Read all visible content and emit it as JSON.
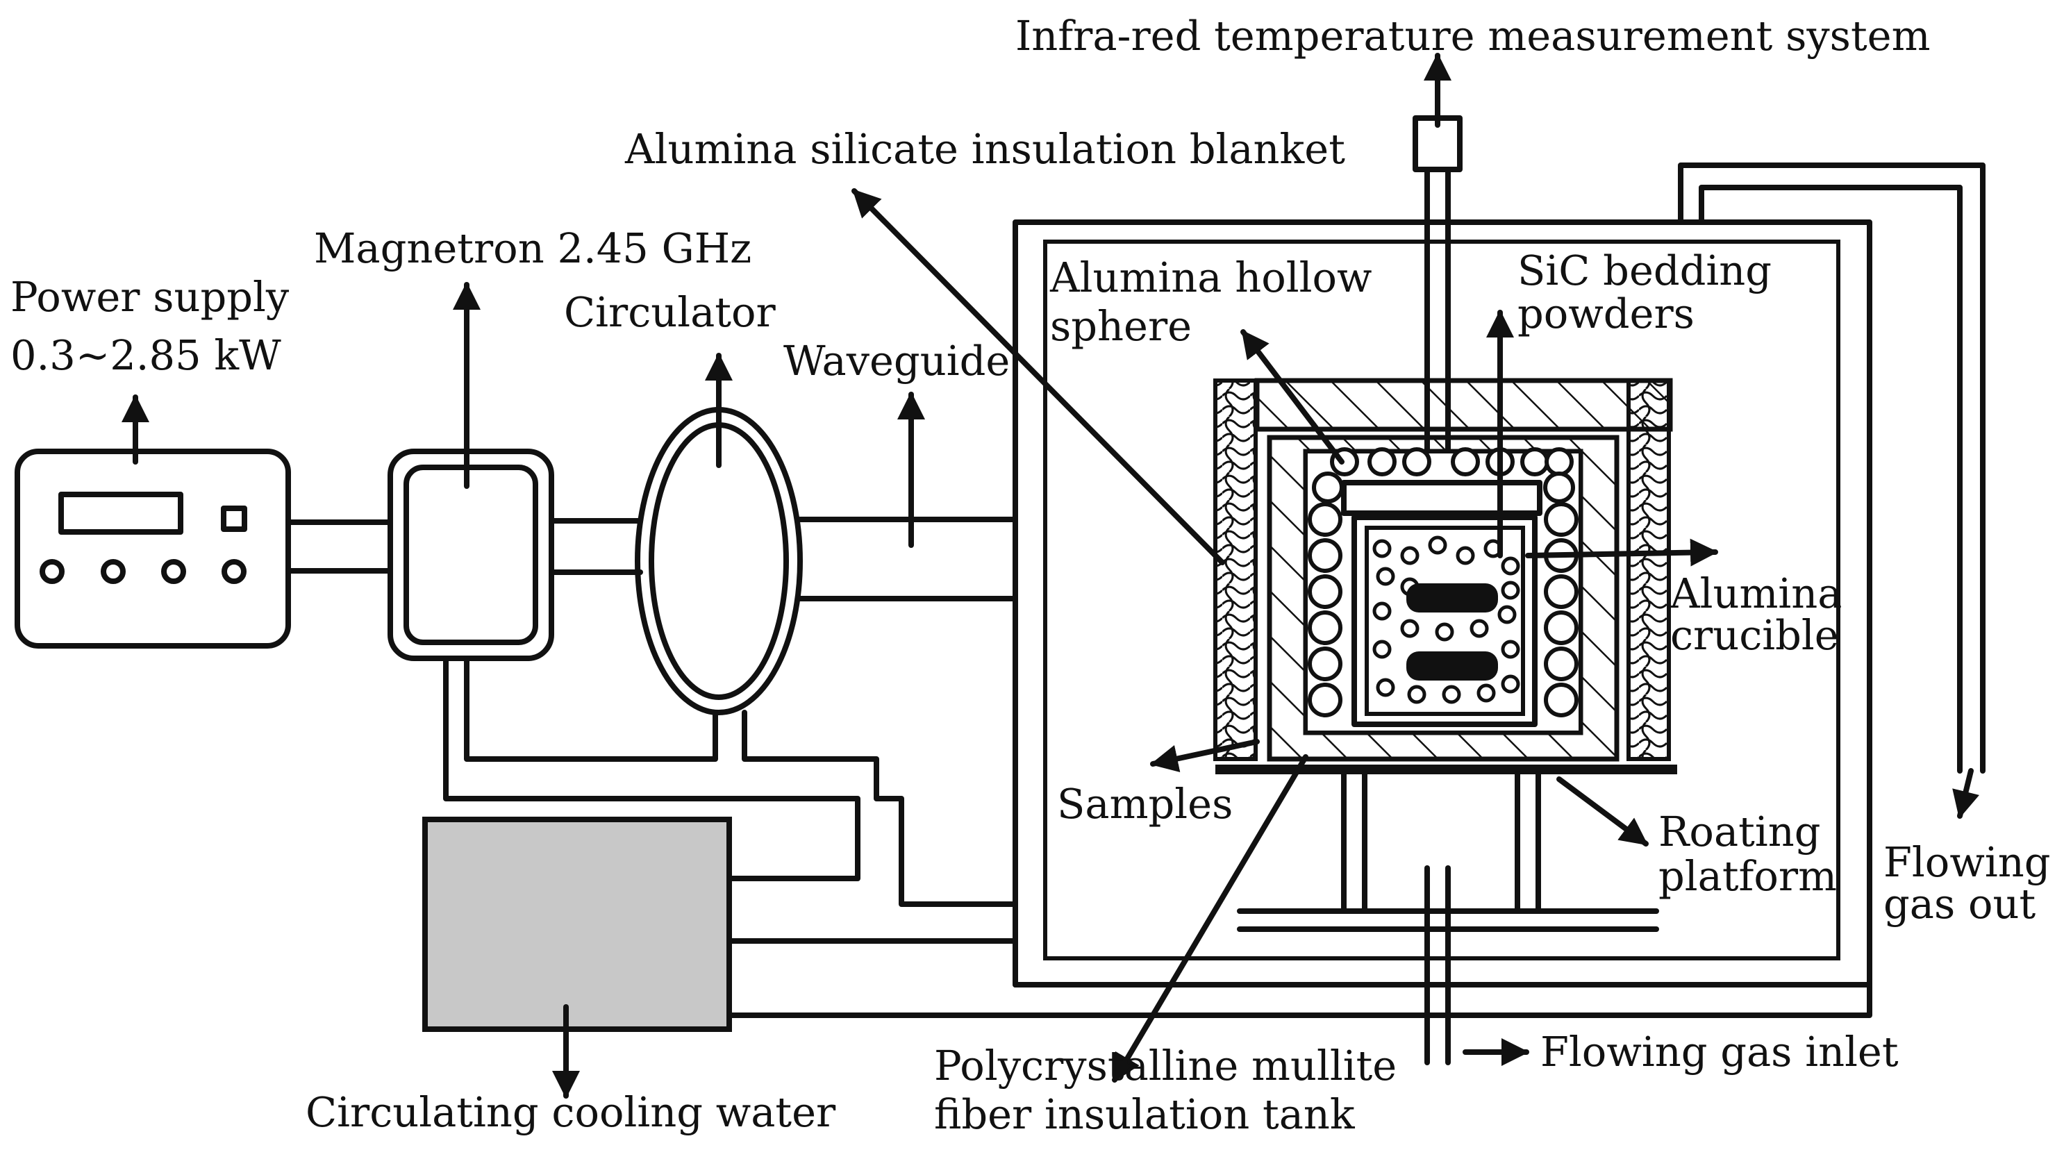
{
  "labels": {
    "infrared": "Infra-red temperature measurement system",
    "blanket": "Alumina silicate insulation blanket",
    "magnetron": "Magnetron 2.45 GHz",
    "power_supply_l1": "Power supply",
    "power_supply_l2": "0.3~2.85 kW",
    "circulator": "Circulator",
    "waveguide": "Waveguide",
    "hollow_sphere_l1": "Alumina hollow",
    "hollow_sphere_l2": "sphere",
    "sic_l1": "SiC bedding",
    "sic_l2": "powders",
    "crucible_l1": "Alumina",
    "crucible_l2": "crucible",
    "samples": "Samples",
    "platform_l1": "Roating",
    "platform_l2": "platform",
    "gas_out_l1": "Flowing",
    "gas_out_l2": "gas out",
    "gas_inlet": "Flowing gas inlet",
    "mullite_l1": "Polycrystalline mullite",
    "mullite_l2": "fiber insulation tank",
    "cooling_water": "Circulating cooling water"
  },
  "colors": {
    "line": "#111111",
    "cooling_unit_fill": "#c8c8c8",
    "background": "#ffffff"
  }
}
